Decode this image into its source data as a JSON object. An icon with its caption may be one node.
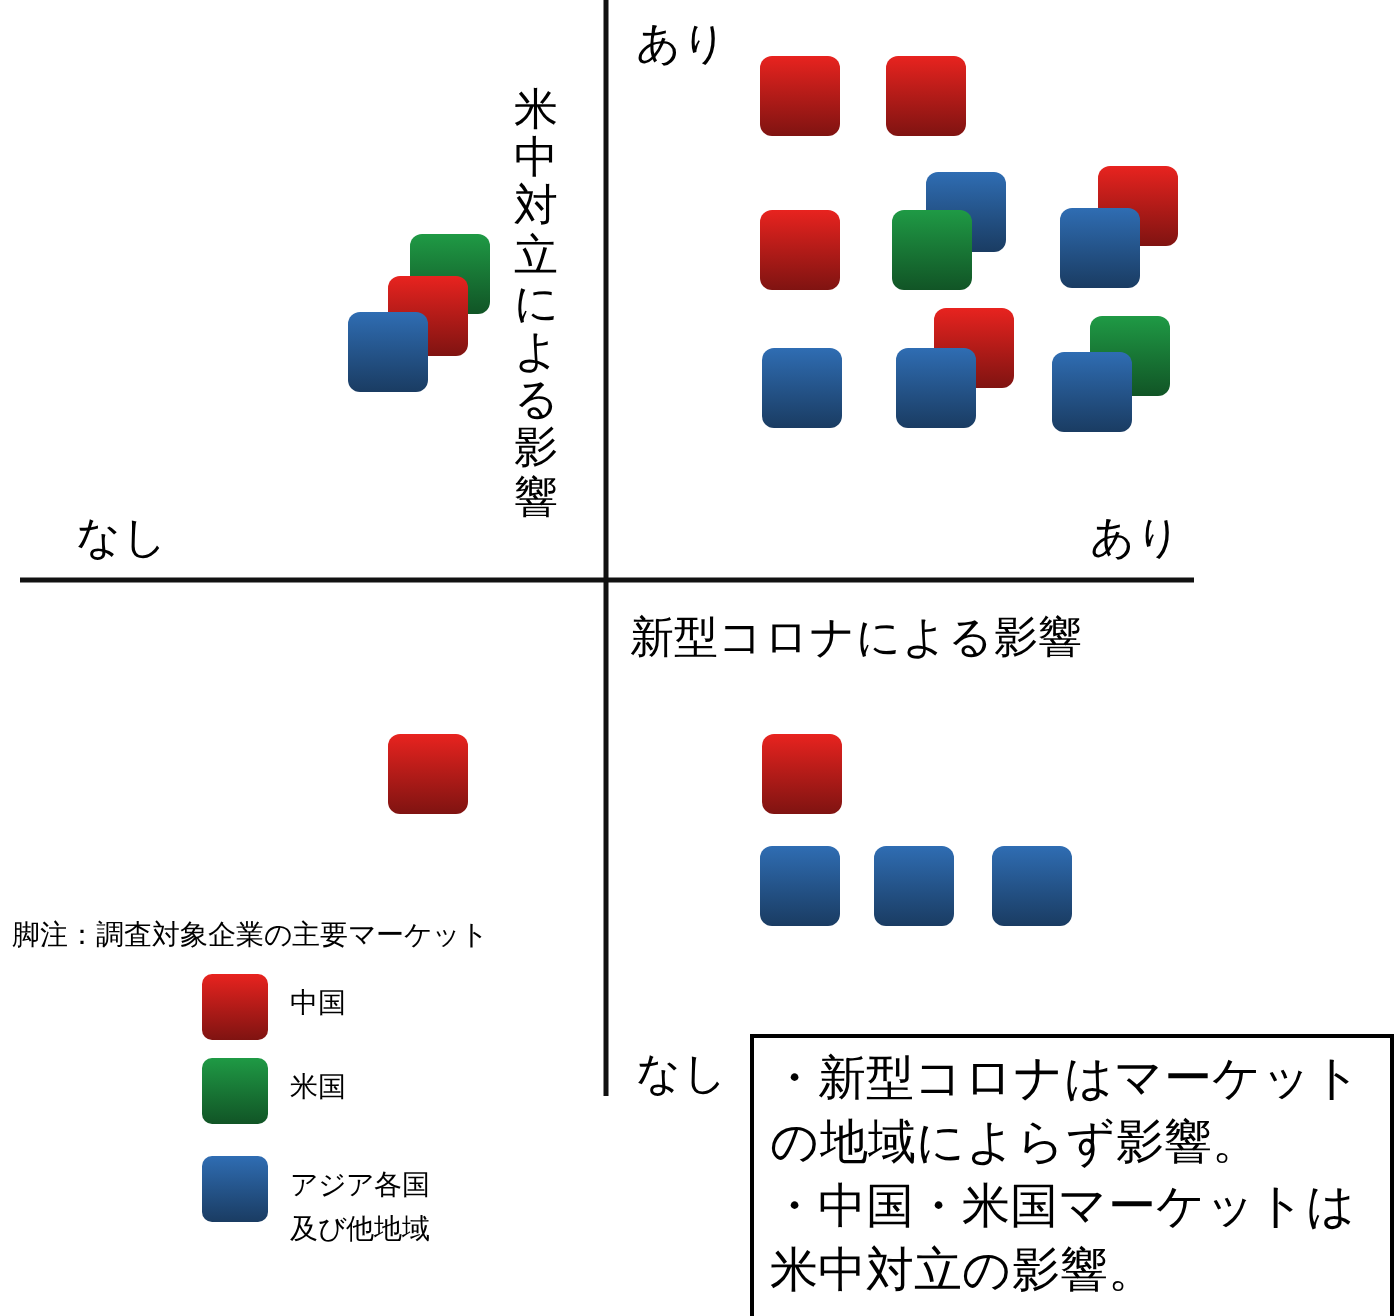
{
  "diagram": {
    "nodes": [
      {
        "text": [
          "・新型コロナはマーケットの地域によらず影響。",
          "・中国・米国マーケットは米中対立の影響。"
        ]
      }
    ],
    "labels": [
      "あり",
      "米中対立による影響",
      "なし",
      "あり",
      "新型コロナによる影響",
      "脚注：調査対象企業の主要マーケット",
      "なし"
    ],
    "legend": [
      {
        "text": "中国",
        "color": "#e8231f"
      },
      {
        "text": "米国",
        "color": "#1f9a45"
      },
      {
        "text": "アジア各国及び他地域",
        "color": "#2f6db3"
      }
    ]
  }
}
